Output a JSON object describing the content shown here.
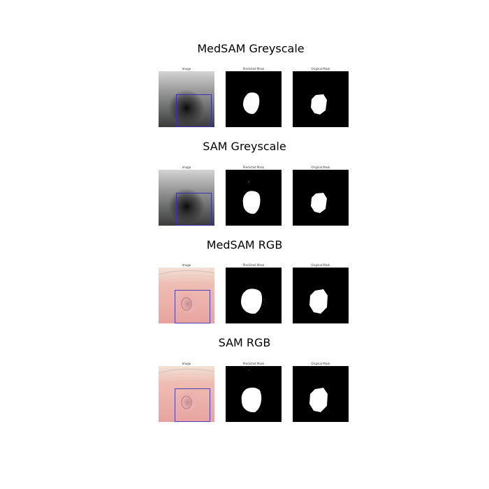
{
  "rows": [
    {
      "title": "MedSAM Greyscale",
      "image_type": "greyscale"
    },
    {
      "title": "SAM Greyscale",
      "image_type": "greyscale"
    },
    {
      "title": "MedSAM RGB",
      "image_type": "rgb"
    },
    {
      "title": "SAM RGB",
      "image_type": "rgb"
    }
  ],
  "captions": {
    "image": "Image",
    "predicted": "Predicted Mask",
    "original": "Original Mask"
  },
  "colors": {
    "bbox": "#3a2fb0",
    "mask_bg": "#000000",
    "mask_fg": "#ffffff",
    "skin": "#e9a9a4"
  }
}
